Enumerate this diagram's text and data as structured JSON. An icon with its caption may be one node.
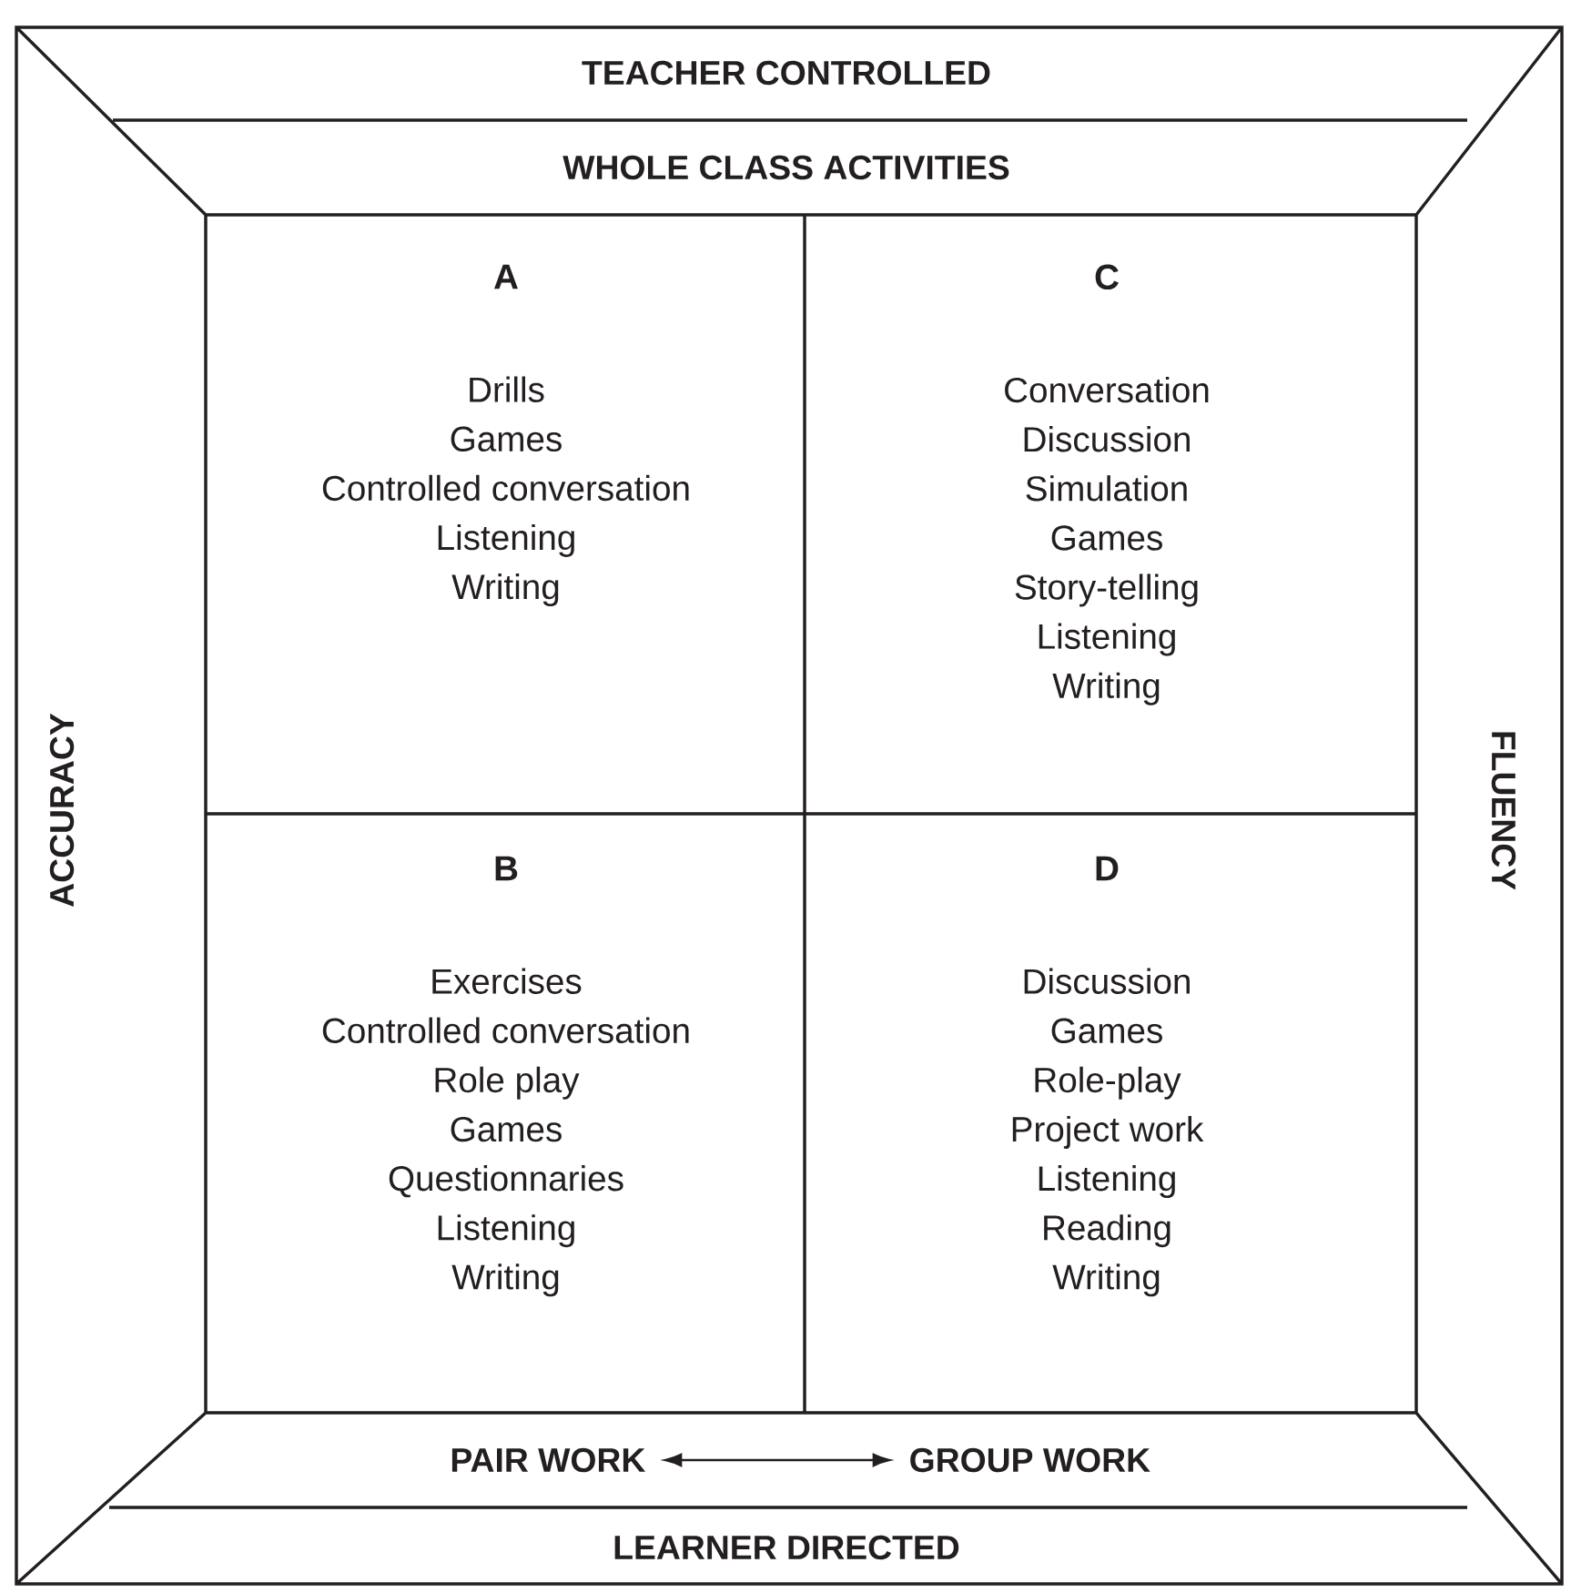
{
  "diagram": {
    "nodes": [
      {
        "text": [
          "TEACHER CONTROLLED"
        ]
      },
      {
        "text": [
          "WHOLE CLASS ACTIVITIES"
        ]
      },
      {
        "text": [
          "ACCURACY"
        ]
      },
      {
        "text": [
          "A",
          "Drills",
          "Games",
          "Controlled conversation",
          "Listening",
          "Writing"
        ]
      },
      {
        "text": [
          "C",
          "Conversation",
          "Discussion",
          "Simulation",
          "Games",
          "Story-telling",
          "Listening",
          "Writing"
        ]
      },
      {
        "text": [
          "B",
          "Exercises",
          "Controlled conversation",
          "Role play",
          "Games",
          "Questionnaries",
          "Listening",
          "Writing"
        ]
      },
      {
        "text": [
          "D",
          "Discussion",
          "Games",
          "Role-play",
          "Project work",
          "Listening",
          "Reading",
          "Writing"
        ]
      },
      {
        "text": [
          "FLUENCY"
        ]
      },
      {
        "text": [
          "PAIR WORK"
        ]
      },
      {
        "text": [
          "GROUP WORK"
        ]
      },
      {
        "text": [
          "LEARNER DIRECTED"
        ]
      }
    ],
    "edges": [
      {
        "from": 8,
        "to": 9,
        "arrow": "both"
      }
    ]
  }
}
